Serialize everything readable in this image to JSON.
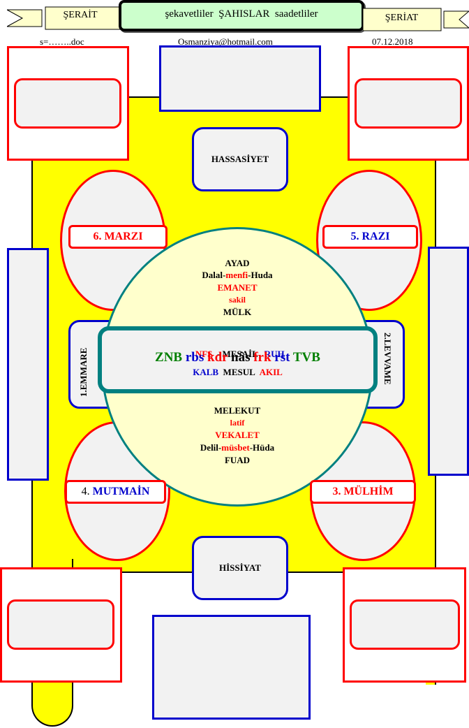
{
  "header": {
    "left_banner": "ŞERAİT",
    "title": "şekavetliler  ŞAHISLAR  saadetliler",
    "right_banner": "ŞERİAT",
    "file": "s=……..doc",
    "email": "Osmanziya@hotmail.com",
    "date": "07.12.2018"
  },
  "top": {
    "box": "HASSASİYET"
  },
  "bottom": {
    "box": "HİSSİYAT"
  },
  "nafs": {
    "n6": {
      "num": "6. ",
      "name": "MARZI"
    },
    "n5": {
      "num": "5. ",
      "name": "RAZI"
    },
    "n4": {
      "num": "4. ",
      "name": "MUTMAİN"
    },
    "n3": {
      "num": "3. ",
      "name": "MÜLHİM"
    },
    "n1": "1.EMMARE",
    "n2": "2.LEVVAME"
  },
  "circle_top": {
    "l1": "AYAD",
    "l2a": "Dalal-",
    "l2b": "menfi",
    "l2c": "-Huda",
    "l3": "EMANET",
    "l4": "sakil",
    "l5": "MÜLK"
  },
  "center": {
    "r1a": "NFS",
    "r1b": "  - MESAİL",
    "r1c": "RUH",
    "r2a": "ZNB",
    "r2b": "rbs",
    "r2c": "kdr",
    "r2d": "nâs",
    "r2e": "frk",
    "r2f": "rst",
    "r2g": "TVB",
    "r3a": "KALB",
    "r3b": "MESUL",
    "r3c": "AKIL"
  },
  "circle_bottom": {
    "l1": "MELEKUT",
    "l2": "latif",
    "l3": "VEKALET",
    "l4a": "Delil-",
    "l4b": "müsbet",
    "l4c": "-Hüda",
    "l5": "FUAD"
  },
  "colors": {
    "yellow": "#ffff00",
    "red": "#ff0000",
    "blue": "#0000cc",
    "teal": "#008080",
    "green": "#007f00"
  }
}
